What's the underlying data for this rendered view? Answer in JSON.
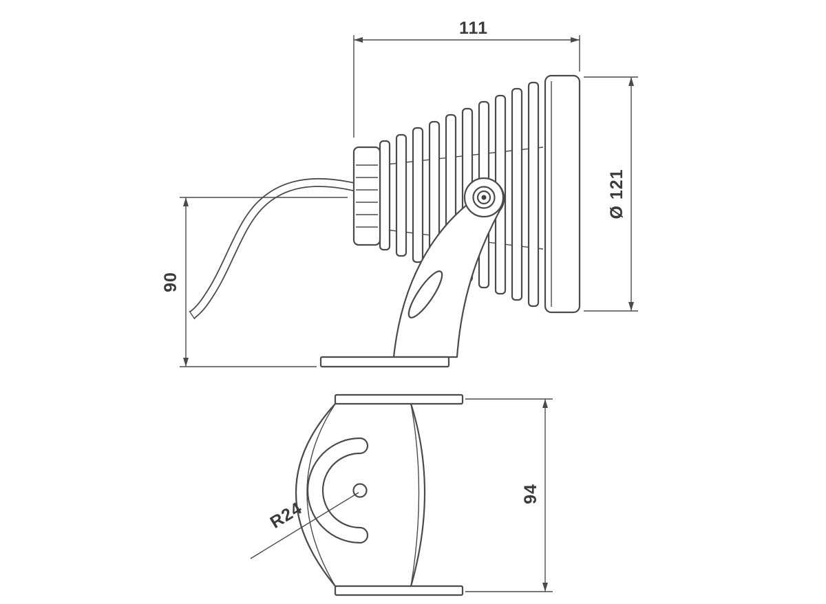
{
  "colors": {
    "line": "#4a4a4a",
    "text": "#3b3b3b",
    "background": "#ffffff"
  },
  "dimensions": {
    "length": "111",
    "diameter": "Ø 121",
    "height": "90",
    "radius": "R24",
    "bracket_width": "94"
  }
}
